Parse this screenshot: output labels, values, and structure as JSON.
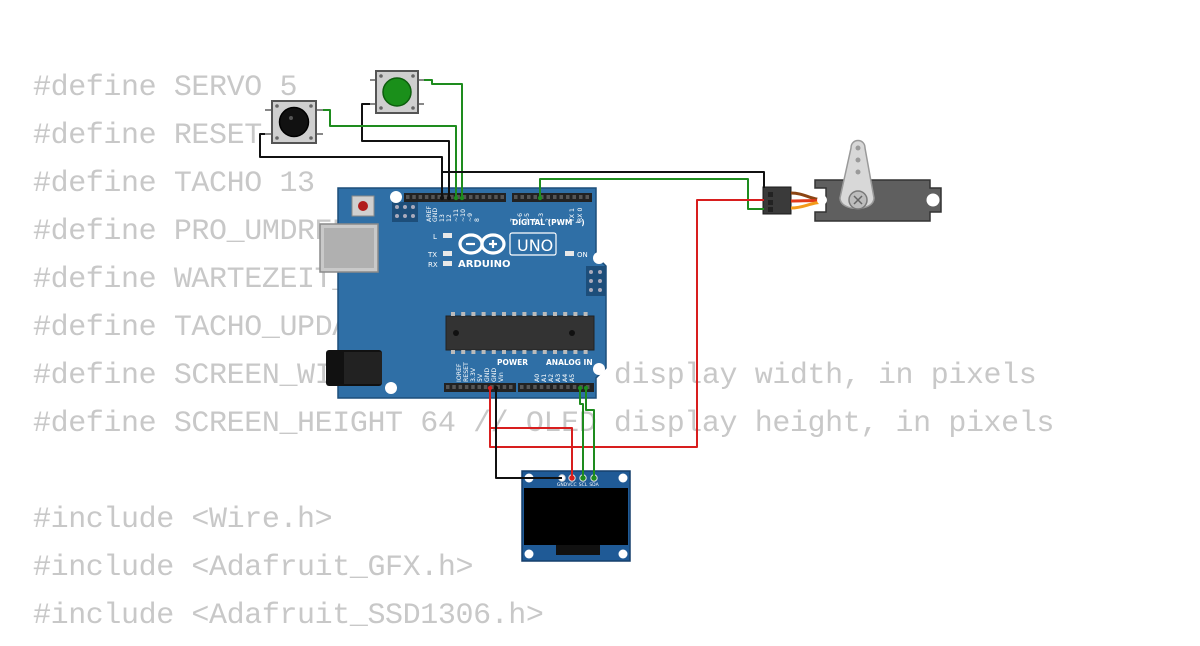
{
  "code_lines": [
    "#define SERVO 5",
    "#define RESET 12",
    "#define TACHO 13",
    "#define PRO_UMDREHUNG 1",
    "#define WARTEZEIT_MS 500",
    "#define TACHO_UPDATE 250",
    "#define SCREEN_WIDTH 128 // OLED display width, in pixels",
    "#define SCREEN_HEIGHT 64 // OLED display height, in pixels",
    "",
    "#include <Wire.h>",
    "#include <Adafruit_GFX.h>",
    "#include <Adafruit_SSD1306.h>"
  ],
  "arduino": {
    "brand": "ARDUINO",
    "model": "UNO",
    "digital_header": "DIGITAL (PWM ~)",
    "power_header": "POWER",
    "analog_header": "ANALOG IN",
    "led_l": "L",
    "led_tx": "TX",
    "led_rx": "RX",
    "led_on": "ON",
    "top_pin_labels": [
      "AREF",
      "GND",
      "13",
      "12",
      "~11",
      "~10",
      "~9",
      "8",
      "7",
      "~6",
      "~5",
      "4",
      "~3",
      "2",
      "TX 1",
      "RX 0"
    ],
    "bottom_pin_labels": [
      "IOREF",
      "RESET",
      "3.3V",
      "5V",
      "GND",
      "GND",
      "Vin",
      "A0",
      "A1",
      "A2",
      "A3",
      "A4",
      "A5"
    ]
  },
  "oled": {
    "pin_labels": [
      "GND",
      "VCC",
      "SCL",
      "SDA"
    ]
  },
  "colors": {
    "board": "#2f6fa6",
    "wire_green": "#1e8c1e",
    "wire_black": "#111111",
    "wire_red": "#d81e1e",
    "button_green": "#1a8f1a",
    "button_black": "#111111",
    "servo_body": "#5f5f5f",
    "oled_pcb": "#1f5a96"
  }
}
